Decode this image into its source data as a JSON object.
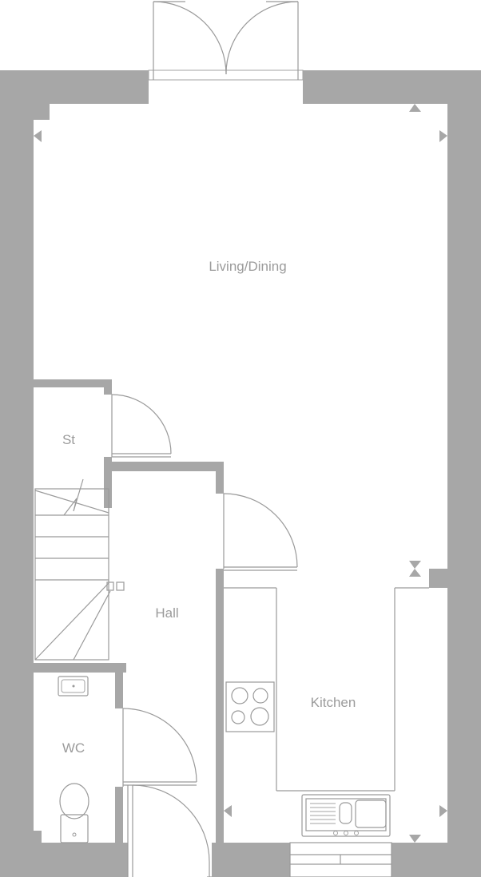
{
  "plan": {
    "rooms": {
      "living_dining": "Living/Dining",
      "store": "St",
      "hall": "Hall",
      "kitchen": "Kitchen",
      "wc": "WC"
    }
  },
  "colors": {
    "wall": "#a7a7a7",
    "line": "#9a9a9a",
    "text": "#9b9b9b",
    "background": "#ffffff"
  }
}
